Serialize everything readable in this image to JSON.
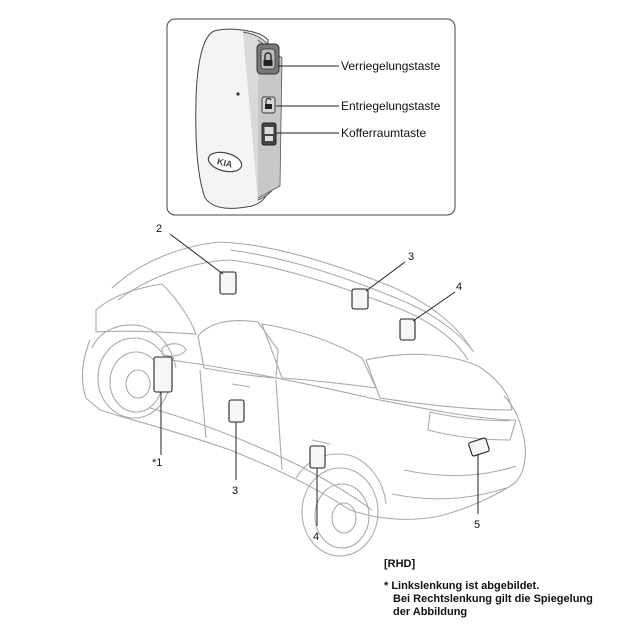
{
  "fob": {
    "labels": {
      "lock": "Verriegelungstaste",
      "unlock": "Entriegelungstaste",
      "trunk": "Kofferraumtaste"
    },
    "logo_text": "KIA"
  },
  "callouts": {
    "c1": "*1",
    "c2": "2",
    "c3_roof": "3",
    "c3_door": "3",
    "c4_roof": "4",
    "c4_door": "4",
    "c5": "5"
  },
  "note": {
    "region": "[RHD]",
    "line1": "* Linkslenkung ist abgebildet.",
    "line2": "Bei Rechtslenkung gilt die Spiegelung",
    "line3": "der Abbildung"
  }
}
